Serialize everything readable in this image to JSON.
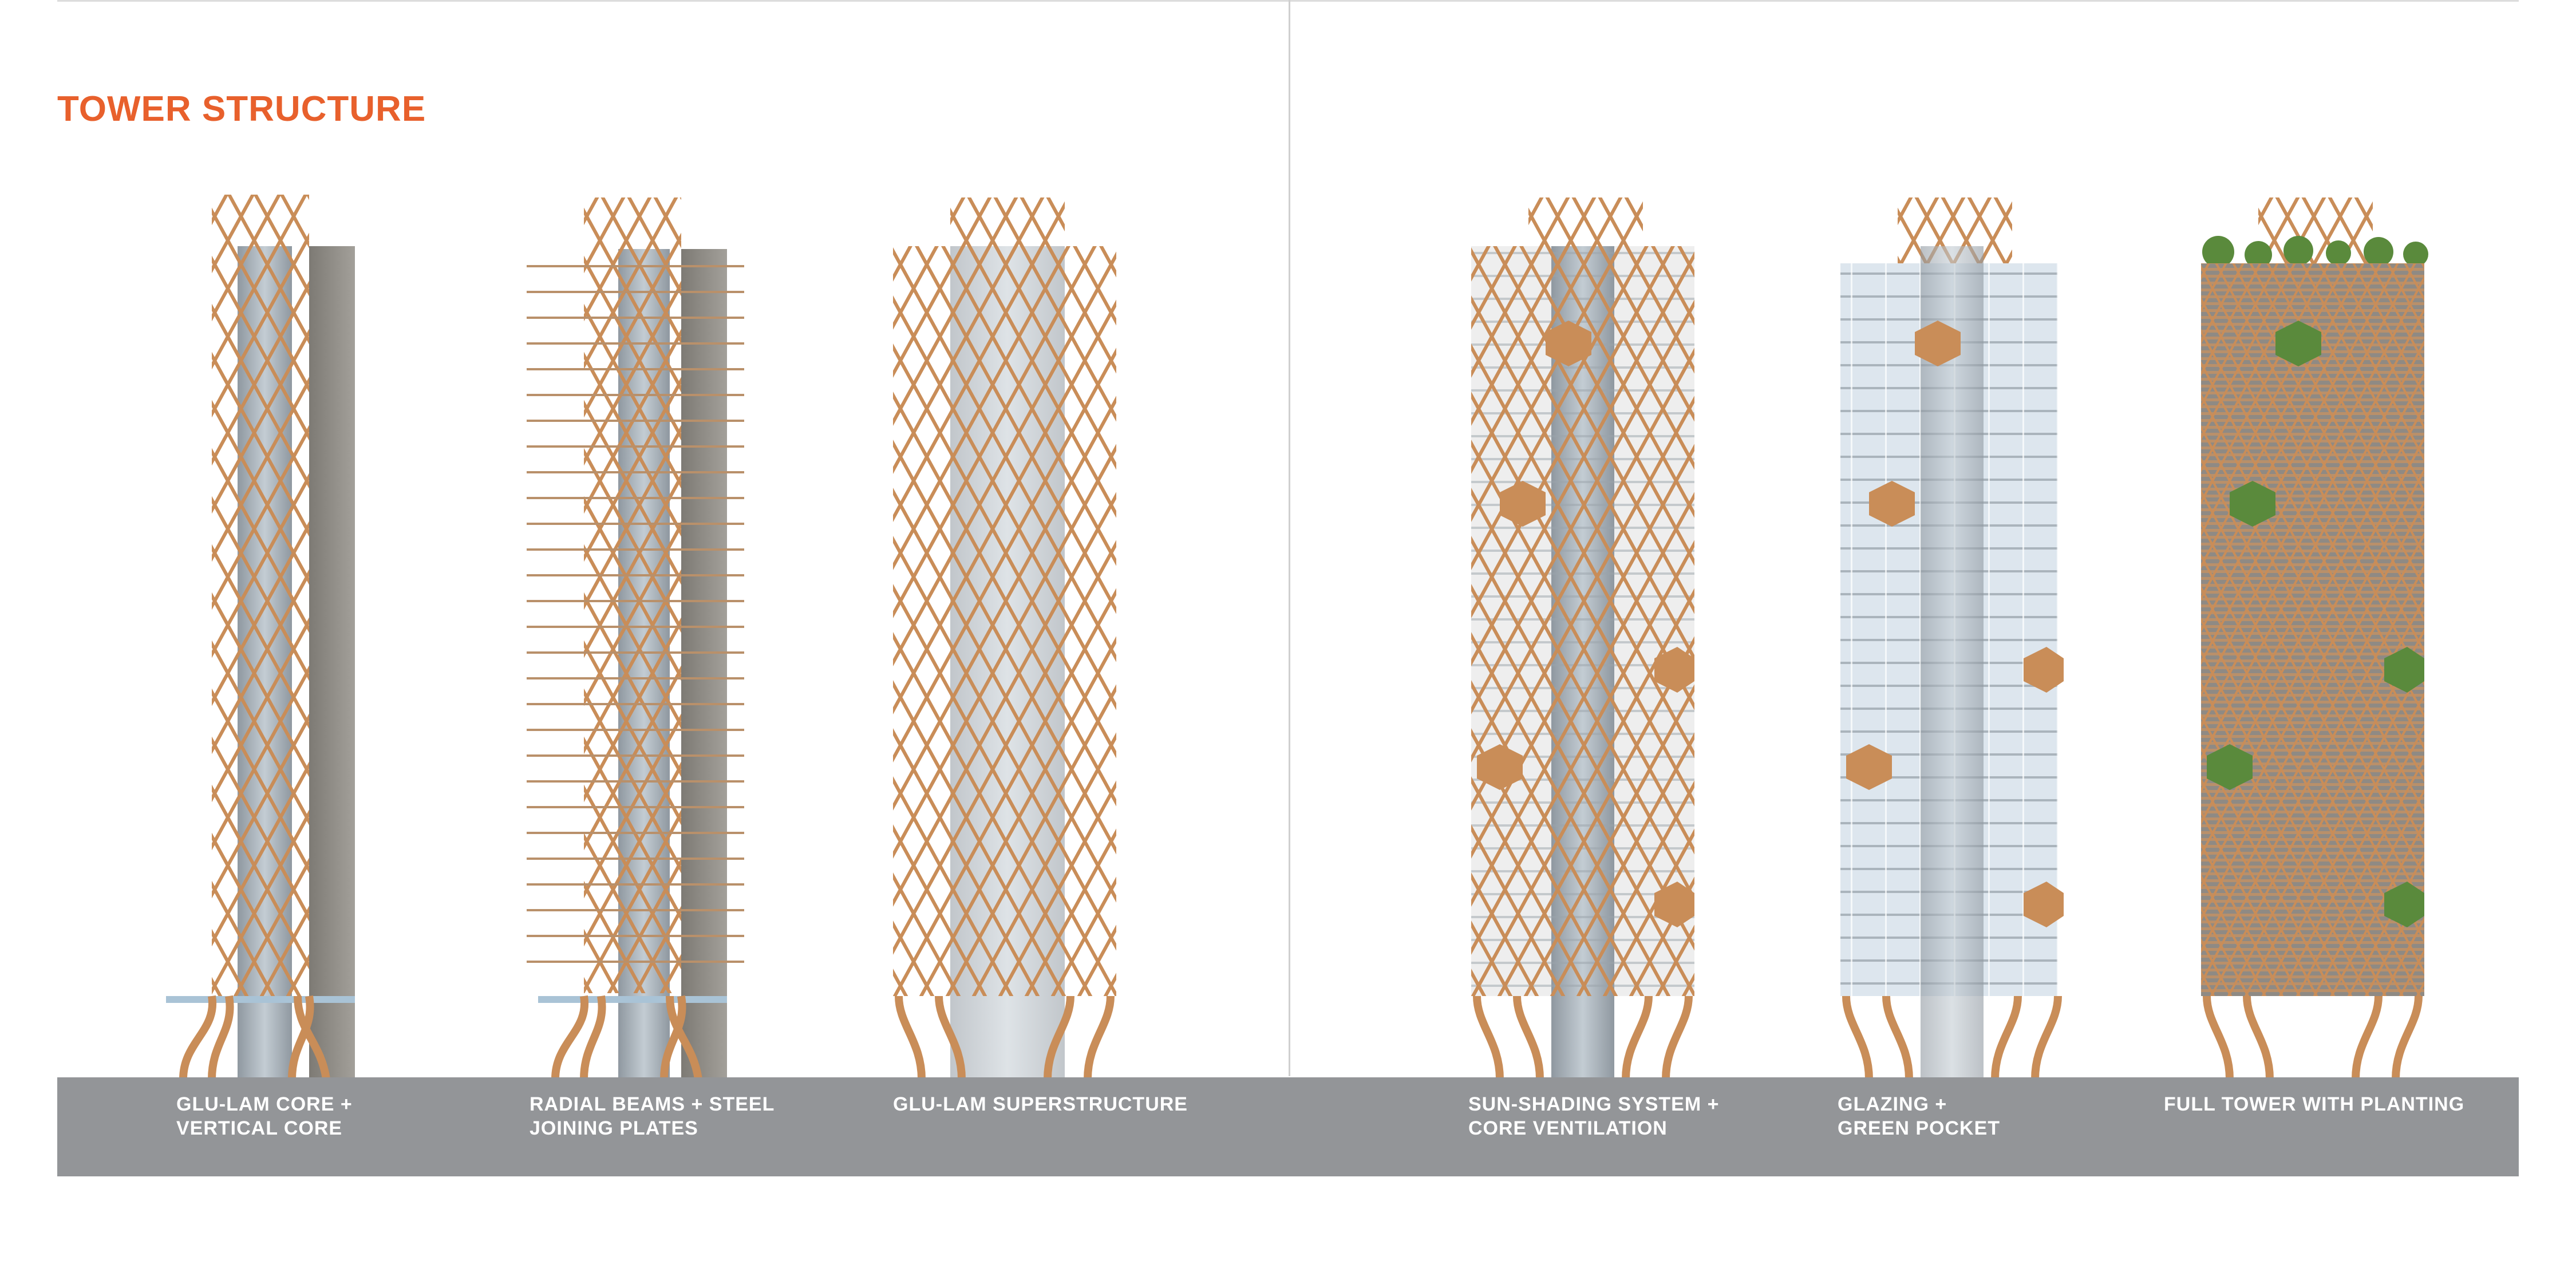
{
  "title": "TOWER STRUCTURE",
  "colors": {
    "accent": "#e8602c",
    "timber": "#c98d58",
    "glass": "#c5d4df",
    "ground": "#939598",
    "planting": "#5a8a3c"
  },
  "stages": [
    {
      "caption": "GLU-LAM CORE +\nVERTICAL CORE"
    },
    {
      "caption": "RADIAL BEAMS + STEEL\nJOINING PLATES"
    },
    {
      "caption": "GLU-LAM SUPERSTRUCTURE"
    },
    {
      "caption": "SUN-SHADING SYSTEM +\nCORE VENTILATION"
    },
    {
      "caption": "GLAZING +\nGREEN POCKET"
    },
    {
      "caption": "FULL TOWER WITH PLANTING"
    }
  ]
}
